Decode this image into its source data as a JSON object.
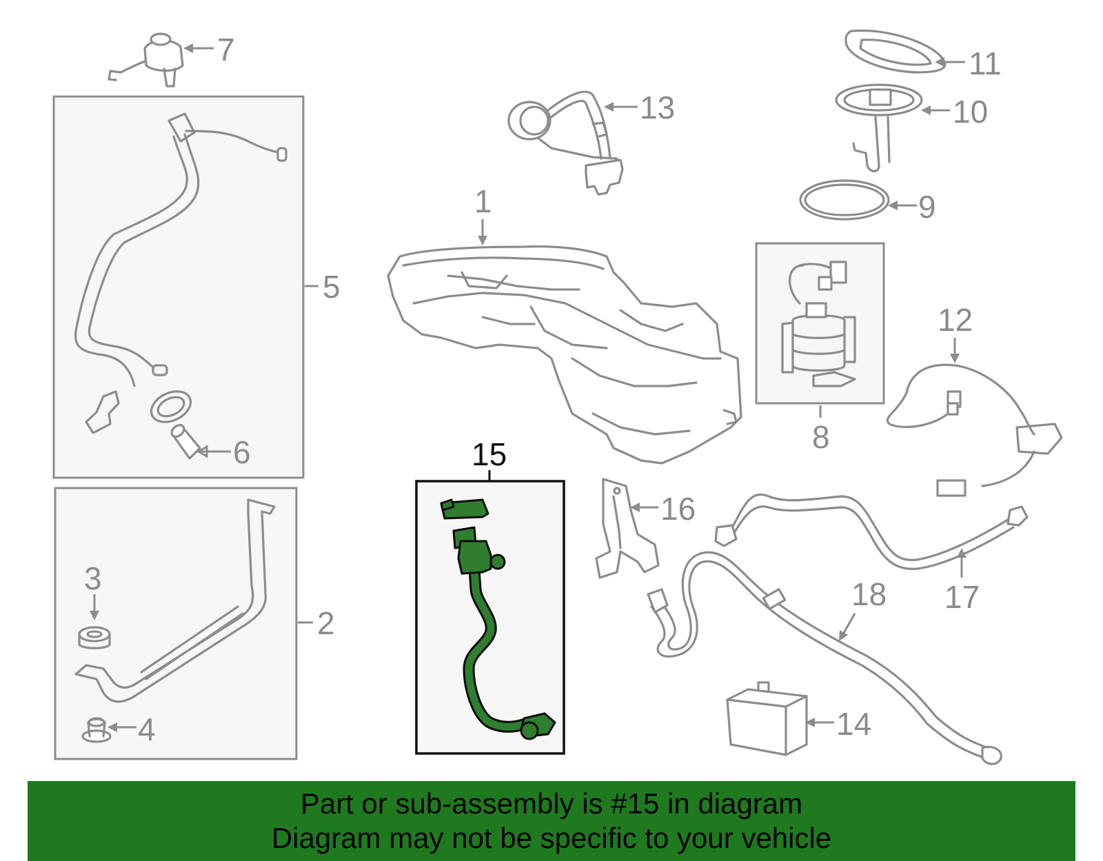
{
  "callouts": {
    "c1": "1",
    "c2": "2",
    "c3": "3",
    "c4": "4",
    "c5": "5",
    "c6": "6",
    "c7": "7",
    "c8": "8",
    "c9": "9",
    "c10": "10",
    "c11": "11",
    "c12": "12",
    "c13": "13",
    "c14": "14",
    "c15": "15",
    "c16": "16",
    "c17": "17",
    "c18": "18"
  },
  "highlight": {
    "part_number": "15",
    "color": "#2f7d2f"
  },
  "colors": {
    "banner": "#1f7a1f",
    "line_art": "#8c8c8c",
    "box_fill": "#f7f7f7"
  },
  "banner": {
    "line1": "Part or sub-assembly is #15 in diagram",
    "line2": "Diagram may not be specific to your vehicle"
  }
}
